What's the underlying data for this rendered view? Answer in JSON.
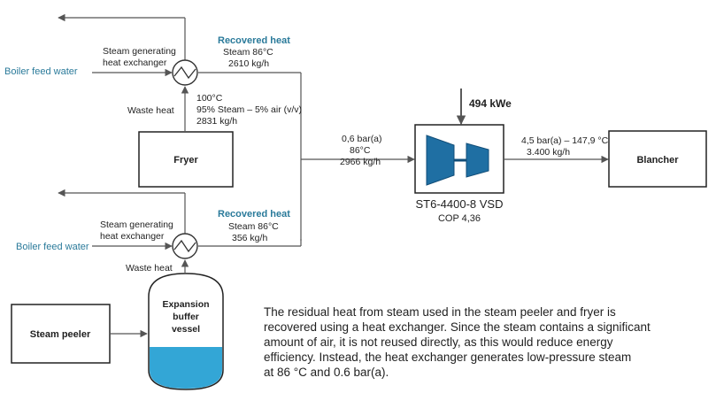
{
  "top": {
    "boiler_feed_water": "Boiler feed water",
    "hx_label_line1": "Steam generating",
    "hx_label_line2": "heat exchanger",
    "recovered_heat": "Recovered heat",
    "steam_temp": "Steam 86°C",
    "flow": "2610 kg/h",
    "waste_heat": "Waste heat",
    "fryer_out_temp": "100°C",
    "fryer_out_comp": "95% Steam – 5% air (v/v)",
    "fryer_out_flow": "2831 kg/h",
    "fryer": "Fryer"
  },
  "bottom": {
    "boiler_feed_water": "Boiler feed water",
    "hx_label_line1": "Steam generating",
    "hx_label_line2": "heat exchanger",
    "recovered_heat": "Recovered heat",
    "steam_temp": "Steam 86°C",
    "flow": "356 kg/h",
    "waste_heat": "Waste heat",
    "vessel_line1": "Expansion",
    "vessel_line2": "buffer",
    "vessel_line3": "vessel",
    "steam_peeler": "Steam peeler"
  },
  "compressor": {
    "power": "494 kWe",
    "inlet_pressure": "0,6 bar(a)",
    "inlet_temp": "86°C",
    "inlet_flow": "2966 kg/h",
    "model": "ST6-4400-8 VSD",
    "cop": "COP 4,36",
    "outlet_conditions": "4,5 bar(a) – 147,9 °C",
    "outlet_flow": "3.400 kg/h",
    "blancher": "Blancher"
  },
  "description": [
    "The residual heat from steam used in the steam peeler and fryer is",
    "recovered using a heat exchanger. Since the steam contains a significant",
    "amount of air, it is not reused directly, as this would reduce energy",
    "efficiency. Instead, the heat exchanger generates low-pressure steam",
    "at 86 °C and 0.6 bar(a)."
  ],
  "colors": {
    "accent": "#2a7a9a",
    "compressor_fill": "#1f6fa3",
    "water": "#33a6d6",
    "line": "#555555"
  }
}
